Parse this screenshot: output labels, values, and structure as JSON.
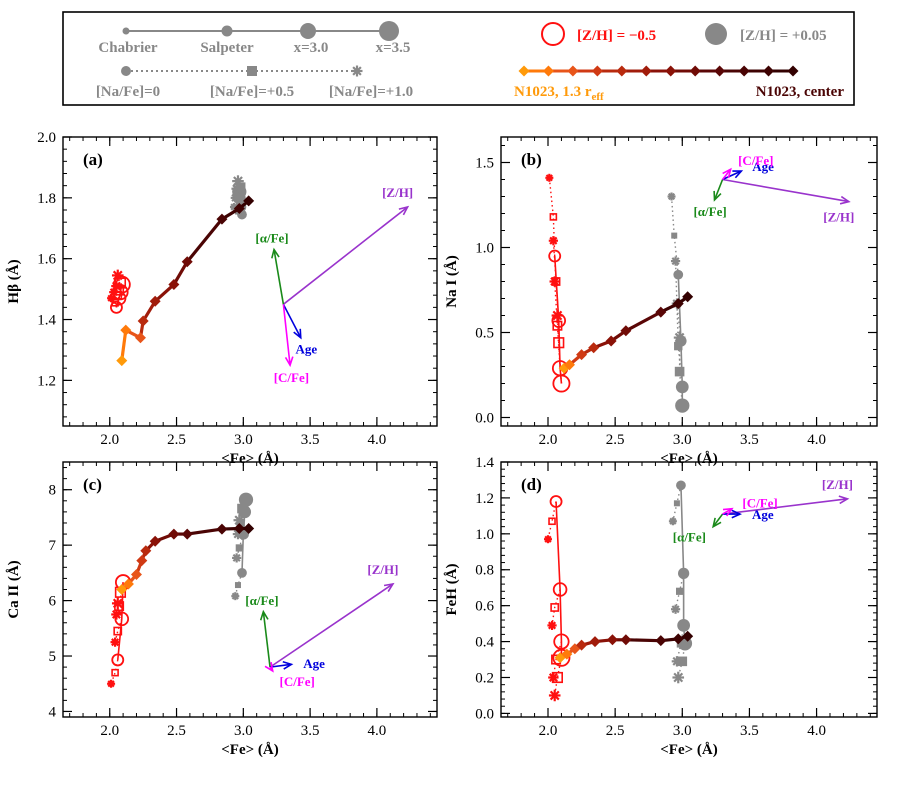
{
  "legend": {
    "row1": [
      "Chabrier",
      "Salpeter",
      "x=3.0",
      "x=3.5"
    ],
    "row2": [
      "[Na/Fe]=0",
      "[Na/Fe]=+0.5",
      "[Na/Fe]=+1.0"
    ],
    "metal_low": "[Z/H] = −0.5",
    "metal_high": "[Z/H] = +0.05",
    "n1023_outer_main": "N1023, 1.3 r",
    "n1023_outer_sub": "eff",
    "n1023_center": "N1023, center"
  },
  "colors": {
    "low_metal": "#ff1010",
    "high_metal": "#888888",
    "alpha": "#1a8a1a",
    "carbon": "#ff00ff",
    "age": "#0000dd",
    "zh": "#9933cc",
    "gradient": [
      "#ff9a0a",
      "#ff7a0a",
      "#e8551a",
      "#d03a14",
      "#b92a0e",
      "#a11c0b",
      "#8a1208",
      "#700b06",
      "#5a0606",
      "#4a0404",
      "#3d0202",
      "#330000"
    ]
  },
  "chart_data": [
    {
      "type": "scatter",
      "panel": "(a)",
      "xlabel": "<Fe>  (Å)",
      "ylabel": "Hβ  (Å)",
      "xlim": [
        1.65,
        4.45
      ],
      "ylim": [
        1.05,
        2.0
      ],
      "xticks": [
        "2.0",
        "2.5",
        "3.0",
        "3.5",
        "4.0"
      ],
      "yticks": [
        "1.2",
        "1.4",
        "1.6",
        "1.8",
        "2.0"
      ],
      "n1023": {
        "x": [
          2.09,
          2.12,
          2.23,
          2.25,
          2.34,
          2.48,
          2.58,
          2.84,
          2.97,
          3.04
        ],
        "y": [
          1.265,
          1.365,
          1.34,
          1.395,
          1.46,
          1.515,
          1.59,
          1.73,
          1.765,
          1.79
        ]
      },
      "low_metal": {
        "circles": {
          "x": [
            2.05,
            2.07,
            2.08,
            2.09
          ],
          "y": [
            1.44,
            1.47,
            1.49,
            1.515
          ]
        },
        "squares": {
          "x": [
            2.04,
            2.06,
            2.07,
            2.08
          ],
          "y": [
            1.455,
            1.48,
            1.495,
            1.52
          ]
        },
        "stars": {
          "x": [
            2.01,
            2.03,
            2.05,
            2.06
          ],
          "y": [
            1.47,
            1.49,
            1.51,
            1.545
          ]
        }
      },
      "high_metal": {
        "circles": {
          "x": [
            2.99,
            2.98,
            2.97,
            2.97
          ],
          "y": [
            1.745,
            1.77,
            1.8,
            1.82
          ]
        },
        "squares": {
          "x": [
            2.96,
            2.97,
            2.97,
            2.98
          ],
          "y": [
            1.755,
            1.78,
            1.8,
            1.835
          ]
        },
        "stars": {
          "x": [
            2.93,
            2.94,
            2.95,
            2.96
          ],
          "y": [
            1.77,
            1.8,
            1.83,
            1.855
          ]
        }
      },
      "vectors": {
        "origin": [
          3.3,
          1.45
        ],
        "items": [
          {
            "label": "[Z/H]",
            "dx": 0.93,
            "dy": 0.32
          },
          {
            "label": "[α/Fe]",
            "dx": -0.07,
            "dy": 0.18
          },
          {
            "label": "Age",
            "dx": 0.13,
            "dy": -0.11
          },
          {
            "label": "[C/Fe]",
            "dx": 0.05,
            "dy": -0.2
          }
        ]
      }
    },
    {
      "type": "scatter",
      "panel": "(b)",
      "xlabel": "<Fe>  (Å)",
      "ylabel": "Na I  (Å)",
      "xlim": [
        1.65,
        4.45
      ],
      "ylim": [
        -0.05,
        1.65
      ],
      "xticks": [
        "2.0",
        "2.5",
        "3.0",
        "3.5",
        "4.0"
      ],
      "yticks": [
        "0.0",
        "0.5",
        "1.0",
        "1.5"
      ],
      "n1023": {
        "x": [
          2.12,
          2.16,
          2.25,
          2.34,
          2.47,
          2.58,
          2.84,
          2.97,
          3.04
        ],
        "y": [
          0.29,
          0.31,
          0.37,
          0.41,
          0.45,
          0.51,
          0.62,
          0.67,
          0.71
        ]
      },
      "low_metal": {
        "circles": {
          "x": [
            2.05,
            2.08,
            2.09,
            2.1
          ],
          "y": [
            0.95,
            0.57,
            0.29,
            0.2
          ]
        },
        "squares": {
          "x": [
            2.04,
            2.06,
            2.07,
            2.08
          ],
          "y": [
            1.18,
            0.8,
            0.54,
            0.44
          ]
        },
        "stars": {
          "x": [
            2.01,
            2.04,
            2.05,
            2.07
          ],
          "y": [
            1.41,
            1.04,
            0.8,
            0.6
          ]
        }
      },
      "high_metal": {
        "circles": {
          "x": [
            2.97,
            2.99,
            3.0,
            3.0
          ],
          "y": [
            0.84,
            0.45,
            0.18,
            0.07
          ]
        },
        "squares": {
          "x": [
            2.94,
            2.96,
            2.97,
            2.98
          ],
          "y": [
            1.07,
            0.67,
            0.42,
            0.27
          ]
        },
        "stars": {
          "x": [
            2.92,
            2.95,
            2.96,
            2.98
          ],
          "y": [
            1.3,
            0.92,
            0.67,
            0.47
          ]
        }
      },
      "vectors": {
        "origin": [
          3.3,
          1.4
        ],
        "items": [
          {
            "label": "[Z/H]",
            "dx": 0.94,
            "dy": -0.13
          },
          {
            "label": "[α/Fe]",
            "dx": -0.06,
            "dy": -0.12
          },
          {
            "label": "Age",
            "dx": 0.14,
            "dy": 0.05
          },
          {
            "label": "[C/Fe]",
            "dx": 0.06,
            "dy": 0.06
          }
        ]
      }
    },
    {
      "type": "scatter",
      "panel": "(c)",
      "xlabel": "<Fe>  (Å)",
      "ylabel": "Ca II  (Å)",
      "xlim": [
        1.65,
        4.45
      ],
      "ylim": [
        3.9,
        8.5
      ],
      "xticks": [
        "2.0",
        "2.5",
        "3.0",
        "3.5",
        "4.0"
      ],
      "yticks": [
        "4",
        "5",
        "6",
        "7",
        "8"
      ],
      "n1023": {
        "x": [
          2.09,
          2.14,
          2.2,
          2.24,
          2.27,
          2.34,
          2.48,
          2.58,
          2.84,
          2.97,
          3.04
        ],
        "y": [
          6.2,
          6.3,
          6.47,
          6.72,
          6.9,
          7.07,
          7.2,
          7.2,
          7.29,
          7.3,
          7.3
        ]
      },
      "low_metal": {
        "circles": {
          "x": [
            2.06,
            2.09,
            2.1
          ],
          "y": [
            4.93,
            5.67,
            6.33
          ]
        },
        "squares": {
          "x": [
            2.04,
            2.06,
            2.07,
            2.08
          ],
          "y": [
            4.7,
            5.45,
            5.9,
            6.15
          ]
        },
        "stars": {
          "x": [
            2.01,
            2.04,
            2.05,
            2.06
          ],
          "y": [
            4.5,
            5.25,
            5.75,
            5.95
          ]
        }
      },
      "high_metal": {
        "circles": {
          "x": [
            2.99,
            3.0,
            3.01,
            3.02
          ],
          "y": [
            6.5,
            7.2,
            7.6,
            7.82
          ]
        },
        "squares": {
          "x": [
            2.96,
            2.97,
            2.98,
            2.99
          ],
          "y": [
            6.28,
            6.95,
            7.4,
            7.66
          ]
        },
        "stars": {
          "x": [
            2.94,
            2.95,
            2.96,
            2.97
          ],
          "y": [
            6.08,
            6.77,
            7.2,
            7.45
          ]
        }
      },
      "vectors": {
        "origin": [
          3.2,
          4.8
        ],
        "items": [
          {
            "label": "[Z/H]",
            "dx": 0.92,
            "dy": 1.5
          },
          {
            "label": "[α/Fe]",
            "dx": -0.05,
            "dy": 1.0
          },
          {
            "label": "Age",
            "dx": 0.16,
            "dy": 0.05
          },
          {
            "label": "[C/Fe]",
            "dx": 0.02,
            "dy": -0.07
          }
        ]
      }
    },
    {
      "type": "scatter",
      "panel": "(d)",
      "xlabel": "<Fe>  (Å)",
      "ylabel": "FeH  (Å)",
      "xlim": [
        1.65,
        4.45
      ],
      "ylim": [
        -0.02,
        1.4
      ],
      "xticks": [
        "2.0",
        "2.5",
        "3.0",
        "3.5",
        "4.0"
      ],
      "yticks": [
        "0.0",
        "0.2",
        "0.4",
        "0.6",
        "0.8",
        "1.0",
        "1.2",
        "1.4"
      ],
      "n1023": {
        "x": [
          2.09,
          2.14,
          2.2,
          2.25,
          2.35,
          2.48,
          2.58,
          2.84,
          2.97,
          3.04
        ],
        "y": [
          0.31,
          0.33,
          0.36,
          0.38,
          0.4,
          0.41,
          0.41,
          0.405,
          0.415,
          0.43
        ]
      },
      "low_metal": {
        "circles": {
          "x": [
            2.06,
            2.09,
            2.1,
            2.1
          ],
          "y": [
            1.18,
            0.69,
            0.4,
            0.31
          ]
        },
        "squares": {
          "x": [
            2.03,
            2.05,
            2.06,
            2.07
          ],
          "y": [
            1.07,
            0.59,
            0.3,
            0.2
          ]
        },
        "stars": {
          "x": [
            2.0,
            2.03,
            2.04,
            2.05
          ],
          "y": [
            0.97,
            0.49,
            0.2,
            0.1
          ]
        }
      },
      "high_metal": {
        "circles": {
          "x": [
            2.99,
            3.01,
            3.01,
            3.02
          ],
          "y": [
            1.27,
            0.78,
            0.49,
            0.39
          ]
        },
        "squares": {
          "x": [
            2.96,
            2.98,
            2.99,
            3.0
          ],
          "y": [
            1.17,
            0.68,
            0.39,
            0.29
          ]
        },
        "stars": {
          "x": [
            2.93,
            2.95,
            2.96,
            2.97
          ],
          "y": [
            1.07,
            0.58,
            0.29,
            0.2
          ]
        }
      },
      "vectors": {
        "origin": [
          3.3,
          1.11
        ],
        "items": [
          {
            "label": "[Z/H]",
            "dx": 0.93,
            "dy": 0.085
          },
          {
            "label": "[α/Fe]",
            "dx": -0.07,
            "dy": -0.07
          },
          {
            "label": "Age",
            "dx": 0.13,
            "dy": 0.0
          },
          {
            "label": "[C/Fe]",
            "dx": 0.07,
            "dy": 0.03
          }
        ]
      }
    }
  ]
}
